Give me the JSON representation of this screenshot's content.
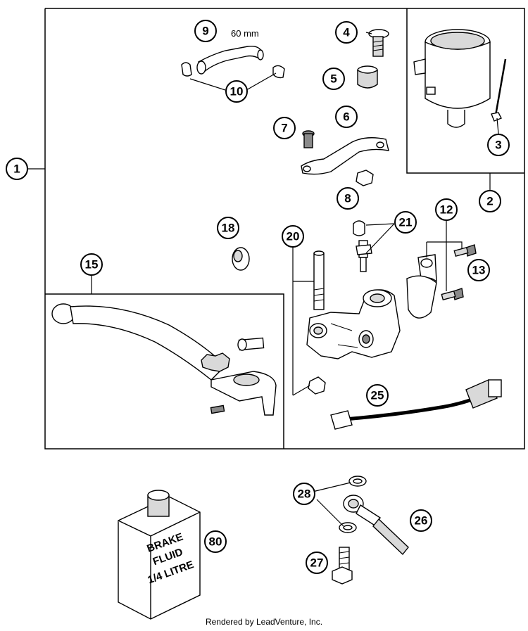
{
  "callouts": {
    "c1": "1",
    "c2": "2",
    "c3": "3",
    "c4": "4",
    "c5": "5",
    "c6": "6",
    "c7": "7",
    "c8": "8",
    "c9": "9",
    "c10": "10",
    "c12": "12",
    "c13": "13",
    "c15": "15",
    "c18": "18",
    "c20": "20",
    "c21": "21",
    "c25": "25",
    "c26": "26",
    "c27": "27",
    "c28": "28",
    "c80": "80"
  },
  "hose_length": "60 mm",
  "bottle_label": {
    "line1": "BRAKE",
    "line2": "FLUID",
    "line3": "1/4 LITRE"
  },
  "footer": "Rendered by LeadVenture, Inc."
}
